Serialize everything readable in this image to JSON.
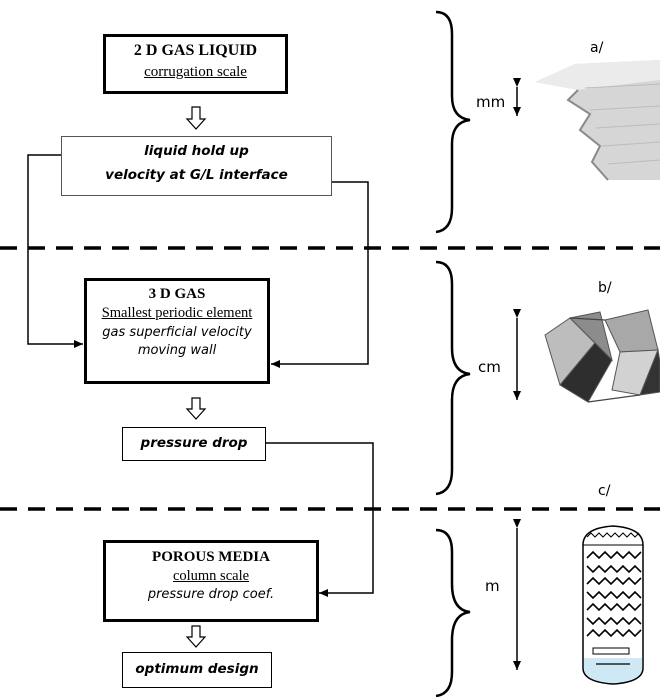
{
  "levels": [
    {
      "title": "2 D GAS LIQUID",
      "subtitle": "corrugation scale",
      "scale": "mm",
      "panel_label": "a/"
    },
    {
      "title": "3 D GAS",
      "subtitle": "Smallest periodic element",
      "params": [
        "gas superficial velocity",
        "moving wall"
      ],
      "scale": "cm",
      "panel_label": "b/"
    },
    {
      "title": "POROUS MEDIA",
      "subtitle": "column scale",
      "params": [
        "pressure drop coef."
      ],
      "scale": "m",
      "panel_label": "c/"
    }
  ],
  "outputs": {
    "liquid_box": [
      "liquid hold up",
      "velocity at G/L interface"
    ],
    "pressure_drop": "pressure drop",
    "optimum_design": "optimum design"
  },
  "colors": {
    "line": "#000000",
    "liquid": "#cfe8f5",
    "gray": "#9a9a9a"
  }
}
